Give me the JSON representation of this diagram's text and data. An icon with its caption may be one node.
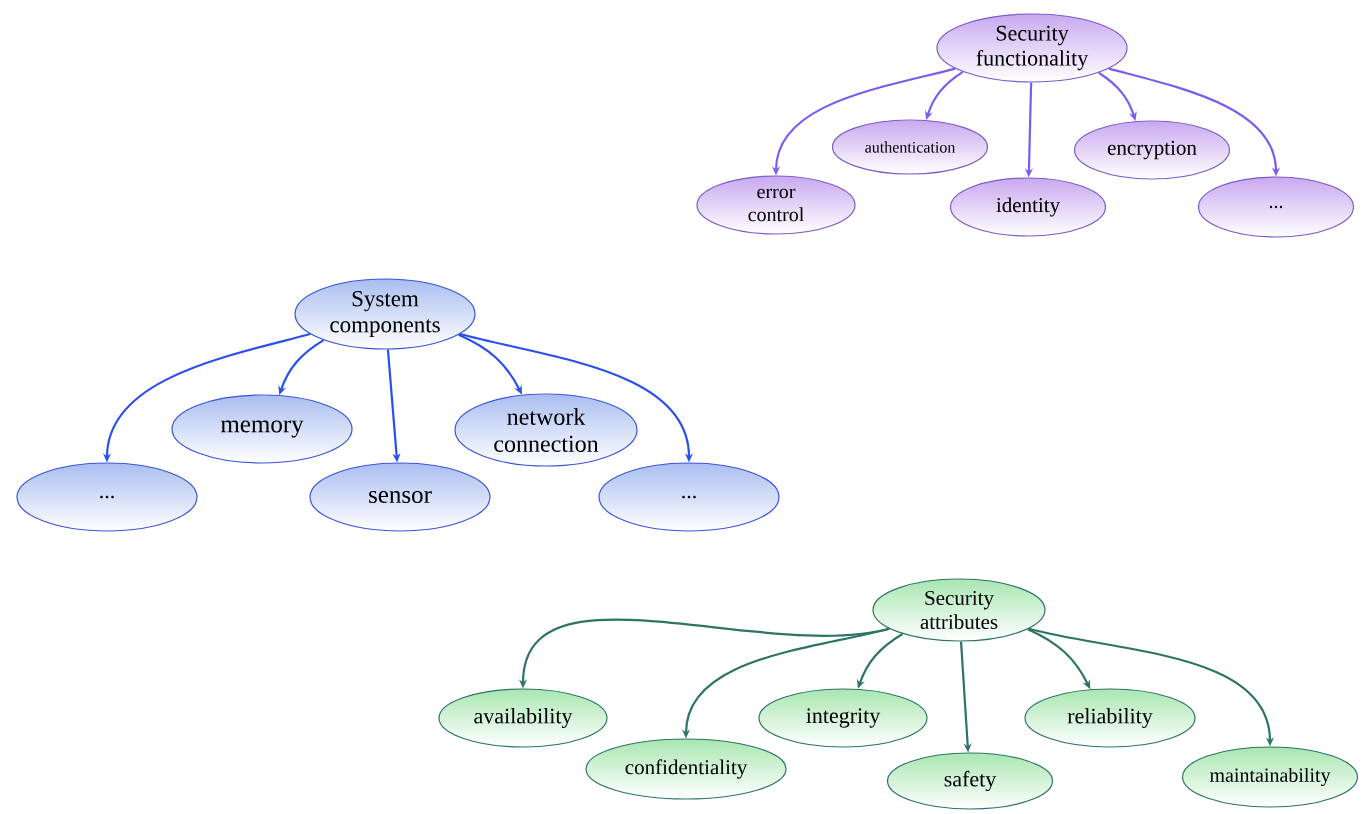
{
  "diagram": {
    "nodes": [
      {
        "text": [
          "Security functionality"
        ]
      },
      {
        "text": [
          "error control"
        ]
      },
      {
        "text": [
          "authentication"
        ]
      },
      {
        "text": [
          "identity"
        ]
      },
      {
        "text": [
          "encryption"
        ]
      },
      {
        "text": [
          "..."
        ]
      },
      {
        "text": [
          "System components"
        ]
      },
      {
        "text": [
          "..."
        ]
      },
      {
        "text": [
          "memory"
        ]
      },
      {
        "text": [
          "sensor"
        ]
      },
      {
        "text": [
          "network connection"
        ]
      },
      {
        "text": [
          "..."
        ]
      },
      {
        "text": [
          "Security attributes"
        ]
      },
      {
        "text": [
          "availability"
        ]
      },
      {
        "text": [
          "confidentiality"
        ]
      },
      {
        "text": [
          "integrity"
        ]
      },
      {
        "text": [
          "safety"
        ]
      },
      {
        "text": [
          "reliability"
        ]
      },
      {
        "text": [
          "maintainability"
        ]
      }
    ],
    "edges": [
      {
        "from": 0,
        "to": 1,
        "arrow": "to",
        "color": "#7b5cf0"
      },
      {
        "from": 0,
        "to": 2,
        "arrow": "to",
        "color": "#7b5cf0"
      },
      {
        "from": 0,
        "to": 3,
        "arrow": "to",
        "color": "#7b5cf0"
      },
      {
        "from": 0,
        "to": 4,
        "arrow": "to",
        "color": "#7b5cf0"
      },
      {
        "from": 0,
        "to": 5,
        "arrow": "to",
        "color": "#7b5cf0"
      },
      {
        "from": 6,
        "to": 7,
        "arrow": "to",
        "color": "#2a4ff0"
      },
      {
        "from": 6,
        "to": 8,
        "arrow": "to",
        "color": "#2a4ff0"
      },
      {
        "from": 6,
        "to": 9,
        "arrow": "to",
        "color": "#2a4ff0"
      },
      {
        "from": 6,
        "to": 10,
        "arrow": "to",
        "color": "#2a4ff0"
      },
      {
        "from": 6,
        "to": 11,
        "arrow": "to",
        "color": "#2a4ff0"
      },
      {
        "from": 12,
        "to": 13,
        "arrow": "to",
        "color": "#2e7466"
      },
      {
        "from": 12,
        "to": 14,
        "arrow": "to",
        "color": "#2e7466"
      },
      {
        "from": 12,
        "to": 15,
        "arrow": "to",
        "color": "#2e7466"
      },
      {
        "from": 12,
        "to": 16,
        "arrow": "to",
        "color": "#2e7466"
      },
      {
        "from": 12,
        "to": 17,
        "arrow": "to",
        "color": "#2e7466"
      },
      {
        "from": 12,
        "to": 18,
        "arrow": "to",
        "color": "#2e7466"
      }
    ]
  }
}
